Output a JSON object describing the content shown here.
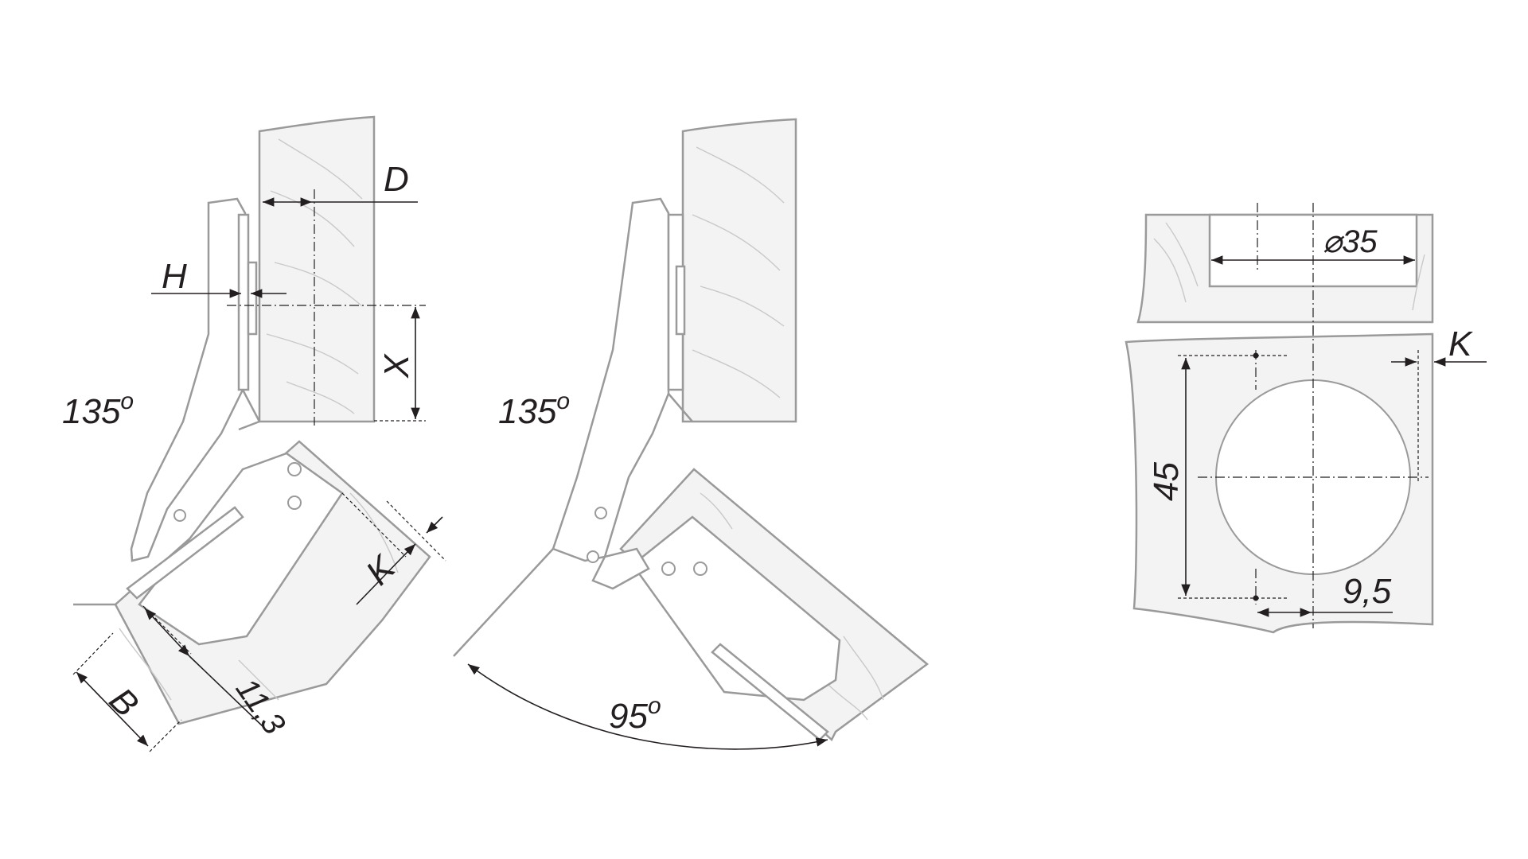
{
  "labels": {
    "d": "D",
    "h": "H",
    "x": "X",
    "k_left": "K",
    "b": "B",
    "dim_11_3": "11,3",
    "angle_left": "135",
    "angle_left_sup": "o",
    "angle_mid": "135",
    "angle_mid_sup": "o",
    "angle_open": "95",
    "angle_open_sup": "o",
    "diameter": "⌀35",
    "dim_45": "45",
    "dim_9_5": "9,5",
    "k_right": "K"
  },
  "colors": {
    "outline": "#9a9a9a",
    "dimension": "#231f20",
    "wood_fill": "#f3f3f3",
    "grain": "#c9c9c9"
  }
}
